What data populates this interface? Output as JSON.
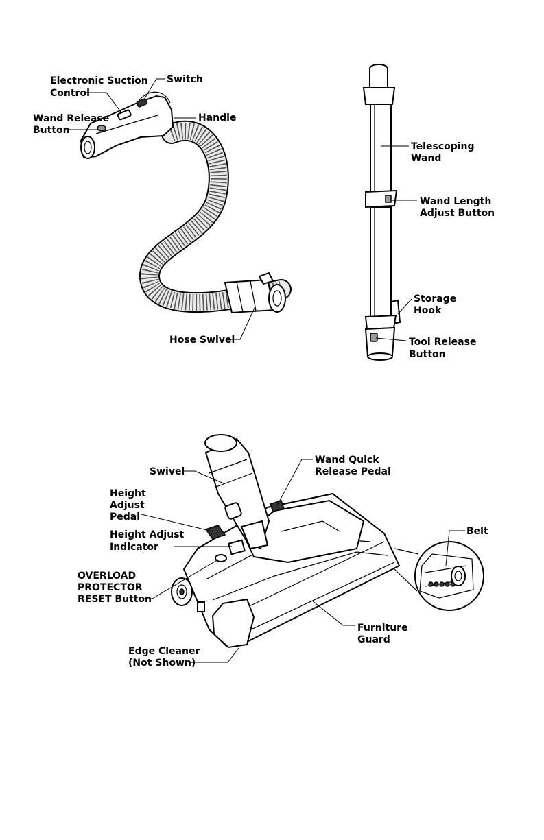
{
  "labels": {
    "electronic_suction_control": [
      "Electronic Suction",
      "Control"
    ],
    "switch": "Switch",
    "wand_release_button": [
      "Wand Release",
      "Button"
    ],
    "handle": "Handle",
    "hose_swivel": "Hose Swivel",
    "telescoping_wand": [
      "Telescoping",
      "Wand"
    ],
    "wand_length_adjust_button": [
      "Wand Length",
      "Adjust Button"
    ],
    "storage_hook": [
      "Storage",
      "Hook"
    ],
    "tool_release_button": [
      "Tool Release",
      "Button"
    ],
    "swivel": "Swivel",
    "wand_quick_release_pedal": [
      "Wand Quick",
      "Release Pedal"
    ],
    "height_adjust_pedal": [
      "Height",
      "Adjust",
      "Pedal"
    ],
    "height_adjust_indicator": [
      "Height Adjust",
      "Indicator"
    ],
    "belt": "Belt",
    "overload_protector_reset_button": [
      "OVERLOAD",
      "PROTECTOR",
      "RESET Button"
    ],
    "furniture_guard": [
      "Furniture",
      "Guard"
    ],
    "edge_cleaner": [
      "Edge Cleaner",
      "(Not Shown)"
    ]
  }
}
